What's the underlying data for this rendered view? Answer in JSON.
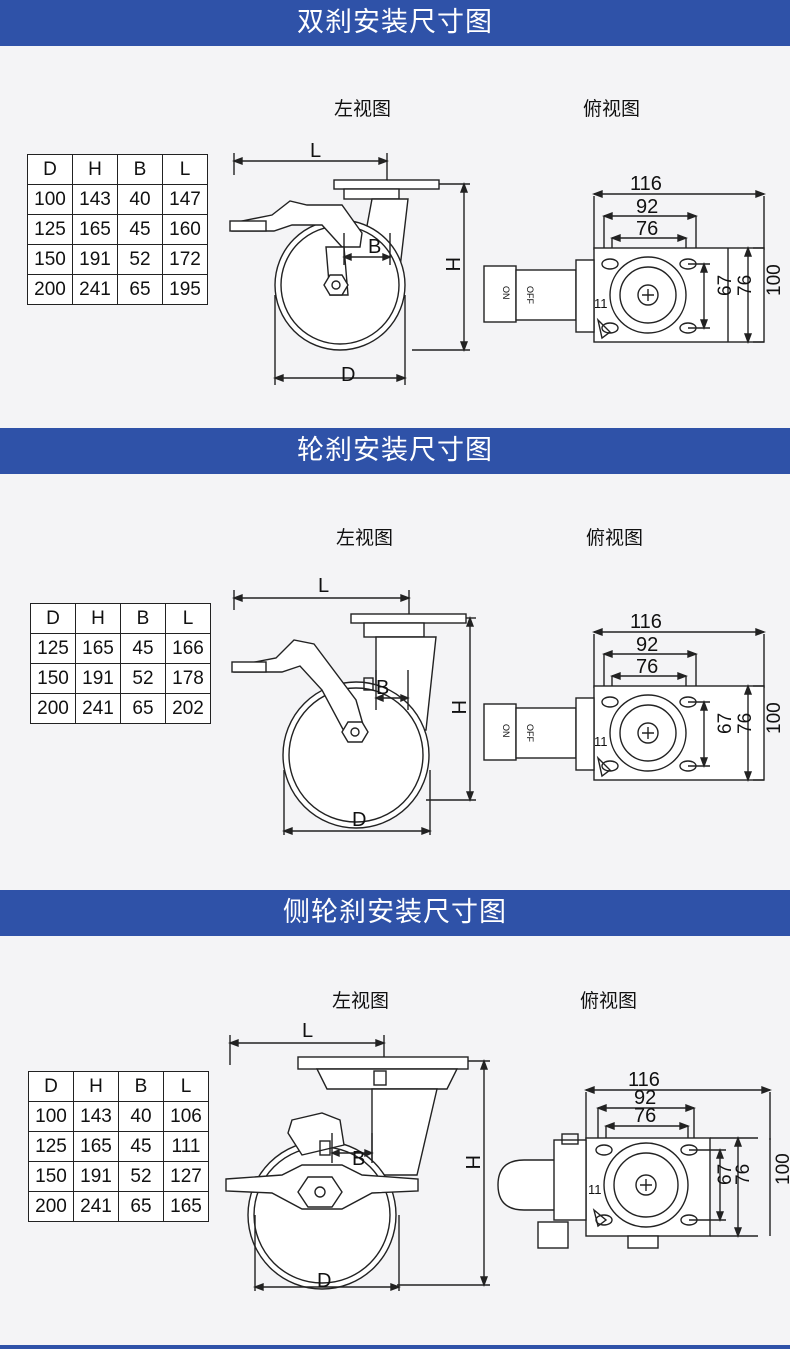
{
  "sections": [
    {
      "title": "双刹安装尺寸图",
      "left_label": "左视图",
      "top_label": "俯视图",
      "table": {
        "headers": [
          "D",
          "H",
          "B",
          "L"
        ],
        "rows": [
          [
            "100",
            "143",
            "40",
            "147"
          ],
          [
            "125",
            "165",
            "45",
            "160"
          ],
          [
            "150",
            "191",
            "52",
            "172"
          ],
          [
            "200",
            "241",
            "65",
            "195"
          ]
        ]
      }
    },
    {
      "title": "轮刹安装尺寸图",
      "left_label": "左视图",
      "top_label": "俯视图",
      "table": {
        "headers": [
          "D",
          "H",
          "B",
          "L"
        ],
        "rows": [
          [
            "125",
            "165",
            "45",
            "166"
          ],
          [
            "150",
            "191",
            "52",
            "178"
          ],
          [
            "200",
            "241",
            "65",
            "202"
          ]
        ]
      }
    },
    {
      "title": "侧轮刹安装尺寸图",
      "left_label": "左视图",
      "top_label": "俯视图",
      "table": {
        "headers": [
          "D",
          "H",
          "B",
          "L"
        ],
        "rows": [
          [
            "100",
            "143",
            "40",
            "106"
          ],
          [
            "125",
            "165",
            "45",
            "111"
          ],
          [
            "150",
            "191",
            "52",
            "127"
          ],
          [
            "200",
            "241",
            "65",
            "165"
          ]
        ]
      }
    }
  ],
  "side_view_labels": {
    "l": "L",
    "b": "B",
    "h": "H",
    "d": "D"
  },
  "top_view_labels": {
    "w116": "116",
    "w92": "92",
    "w76": "76",
    "h67": "67",
    "h76": "76",
    "h100": "100",
    "n11": "11",
    "on": "ON",
    "off": "OFF"
  },
  "colors": {
    "banner": "#2f52a8",
    "line": "#222222"
  }
}
